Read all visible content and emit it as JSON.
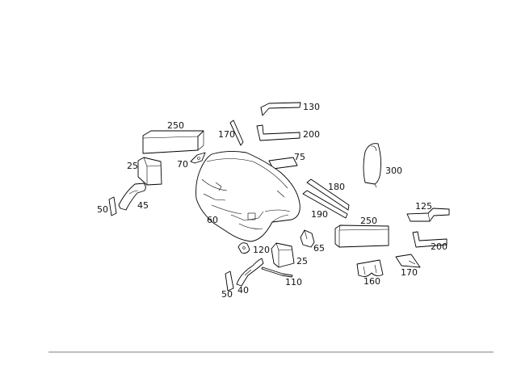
{
  "diagram": {
    "line_color": "#000000",
    "rule_color": "#555555",
    "callouts": [
      "130",
      "170",
      "200",
      "250",
      "75",
      "300",
      "25",
      "70",
      "180",
      "190",
      "50",
      "45",
      "60",
      "250",
      "125",
      "200",
      "65",
      "120",
      "25",
      "160",
      "170",
      "110",
      "40",
      "50"
    ]
  }
}
